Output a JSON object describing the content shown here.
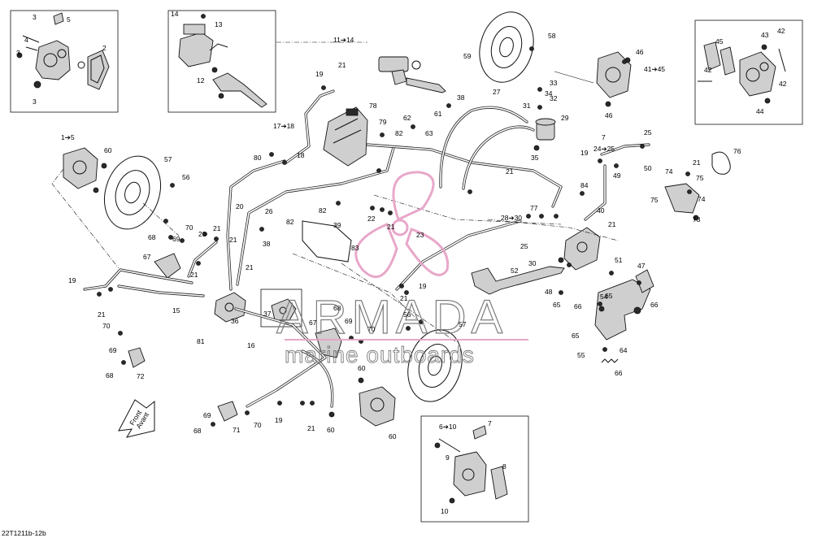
{
  "diagram": {
    "code": "22T1211b-12b",
    "front_label": "Front",
    "front_label_alt": "Avant",
    "labels": [
      "1➔5",
      "3",
      "5",
      "4",
      "3",
      "2",
      "3",
      "60",
      "57",
      "56",
      "14",
      "13",
      "12",
      "11➔14",
      "19",
      "21",
      "78",
      "17➔18",
      "79",
      "18",
      "80",
      "62",
      "61",
      "82",
      "63",
      "38",
      "27",
      "29",
      "58",
      "59",
      "33",
      "34",
      "32",
      "31",
      "35",
      "46",
      "41➔45",
      "45",
      "42",
      "43",
      "42",
      "44",
      "42",
      "46",
      "20",
      "26",
      "82",
      "22",
      "21",
      "23",
      "39",
      "82",
      "83",
      "21",
      "70",
      "69",
      "68",
      "67",
      "20",
      "21",
      "21",
      "21",
      "38",
      "19",
      "21",
      "15",
      "36",
      "37",
      "81",
      "16",
      "70",
      "69",
      "68",
      "72",
      "68",
      "67",
      "69",
      "70",
      "56",
      "57",
      "19",
      "21",
      "60",
      "60",
      "69",
      "71",
      "70",
      "68",
      "19",
      "21",
      "60",
      "6➔10",
      "7",
      "9",
      "8",
      "10",
      "7",
      "24➔25",
      "25",
      "19",
      "49",
      "50",
      "21",
      "74",
      "75",
      "74",
      "75",
      "73",
      "76",
      "84",
      "77",
      "21",
      "28➔30",
      "40",
      "21",
      "25",
      "30",
      "52",
      "51",
      "47",
      "54",
      "66",
      "65",
      "66",
      "65",
      "55",
      "64",
      "66",
      "65",
      "48",
      "53",
      "51"
    ]
  },
  "watermark": {
    "brand": "ARMADA",
    "tagline": "marine outboards",
    "accent_color": "#e7a3c7",
    "text_color": "#777777"
  }
}
